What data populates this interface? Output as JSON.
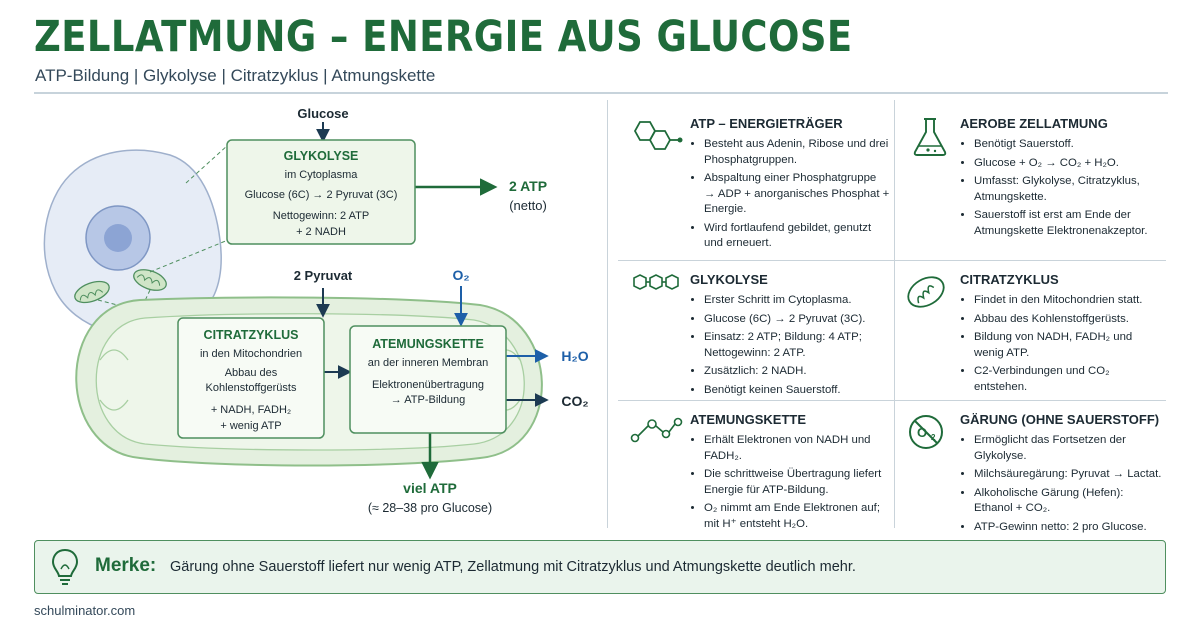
{
  "header": {
    "title": "ZELLATMUNG – ENERGIE AUS GLUCOSE",
    "subtitle": "ATP-Bildung | Glykolyse | Citratzyklus | Atmungskette"
  },
  "diagram": {
    "glucose_label": "Glucose",
    "glykolyse": {
      "title": "GLYKOLYSE",
      "location": "im Cytoplasma",
      "reaction": "Glucose (6C) → 2 Pyruvat (3C)",
      "gain_line1": "Nettogewinn: 2 ATP",
      "gain_line2": "+ 2 NADH"
    },
    "atp_out": "2 ATP",
    "atp_out_note": "(netto)",
    "pyruvat_label": "2 Pyruvat",
    "o2_label": "O₂",
    "citratzyklus": {
      "title": "CITRATZYKLUS",
      "location": "in den Mitochondrien",
      "line1": "Abbau des",
      "line2": "Kohlenstoffgerüsts",
      "line3": "+ NADH, FADH₂",
      "line4": "+ wenig ATP"
    },
    "atmungskette": {
      "title": "ATEMUNGSKETTE",
      "location": "an der inneren Membran",
      "line1": "Elektronenübertragung",
      "line2": "→ ATP-Bildung"
    },
    "h2o_label": "H₂O",
    "co2_label": "CO₂",
    "result": "viel ATP",
    "result_note": "(≈ 28–38 pro Glucose)"
  },
  "cards": {
    "atp": {
      "title": "ATP – ENERGIETRÄGER",
      "items": [
        "Besteht aus Adenin, Ribose und drei Phosphatgruppen.",
        "Abspaltung einer Phosphatgruppe → ADP + anorganisches Phosphat + Energie.",
        "Wird fortlaufend gebildet, genutzt und erneuert."
      ]
    },
    "aerobe": {
      "title": "AEROBE ZELLATMUNG",
      "items": [
        "Benötigt Sauerstoff.",
        "Glucose + O₂ → CO₂ + H₂O.",
        "Umfasst: Glykolyse, Citratzyklus, Atmungskette.",
        "Sauerstoff ist erst am Ende der Atmungskette Elektronenakzeptor."
      ]
    },
    "glykolyse": {
      "title": "GLYKOLYSE",
      "items": [
        "Erster Schritt im Cytoplasma.",
        "Glucose (6C) → 2 Pyruvat (3C).",
        "Einsatz: 2 ATP; Bildung: 4 ATP; Nettogewinn: 2 ATP.",
        "Zusätzlich: 2 NADH.",
        "Benötigt keinen Sauerstoff."
      ]
    },
    "citrat": {
      "title": "CITRATZYKLUS",
      "items": [
        "Findet in den Mitochondrien statt.",
        "Abbau des Kohlenstoffgerüsts.",
        "Bildung von NADH, FADH₂ und wenig ATP.",
        "C2-Verbindungen und CO₂ entstehen."
      ]
    },
    "atmung": {
      "title": "ATEMUNGSKETTE",
      "items": [
        "Erhält Elektronen von NADH und FADH₂.",
        "Die schrittweise Übertragung liefert Energie für ATP-Bildung.",
        "O₂ nimmt am Ende Elektronen auf; mit H⁺ entsteht H₂O."
      ]
    },
    "gaerung": {
      "title": "GÄRUNG (OHNE SAUERSTOFF)",
      "items": [
        "Ermöglicht das Fortsetzen der Glykolyse.",
        "Milchsäuregärung: Pyruvat → Lactat.",
        "Alkoholische Gärung (Hefen): Ethanol + CO₂.",
        "ATP-Gewinn netto: 2 pro Glucose."
      ]
    }
  },
  "merke": {
    "label": "Merke:",
    "text": "Gärung ohne Sauerstoff liefert nur wenig ATP, Zellatmung mit Citratzyklus und Atmungskette deutlich mehr."
  },
  "footer": {
    "source": "schulminator.com"
  },
  "colors": {
    "green": "#1f6b3a",
    "blue": "#1d5fa8",
    "dark": "#1c2a33",
    "mito": "#e4f0df"
  },
  "icons": [
    "atp-molecule-icon",
    "flask-icon",
    "molecule-chain-icon",
    "mitochondrion-icon",
    "electron-chain-icon",
    "no-oxygen-icon",
    "lightbulb-icon"
  ]
}
